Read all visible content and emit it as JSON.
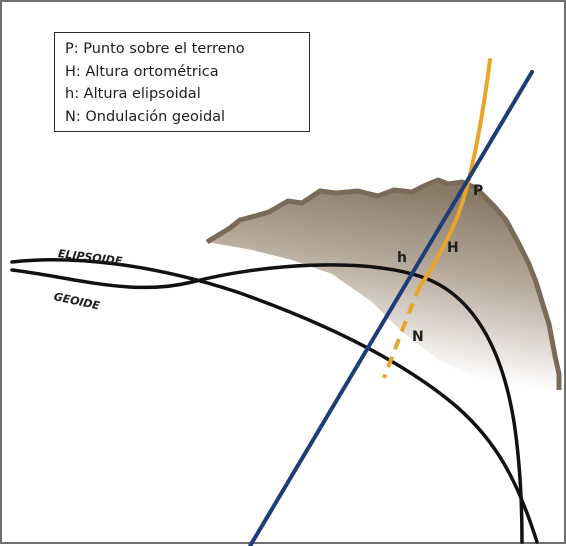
{
  "legend": [
    "P: Punto sobre el terreno",
    "H: Altura ortométrica",
    "h: Altura elipsoidal",
    "N: Ondulación geoidal"
  ],
  "labels": {
    "point": "P",
    "orthometric_height": "H",
    "ellipsoidal_height": "h",
    "geoid_undulation": "N",
    "ellipsoid": "ELIPSOIDE",
    "geoid": "GEOIDE"
  },
  "colors": {
    "ellipsoid_normal": "#1d3c78",
    "geoid_vertical": "#e8a52a",
    "surfaces": "#111111",
    "terrain_top": "#8a7a68",
    "terrain_fade": "#ffffff"
  }
}
